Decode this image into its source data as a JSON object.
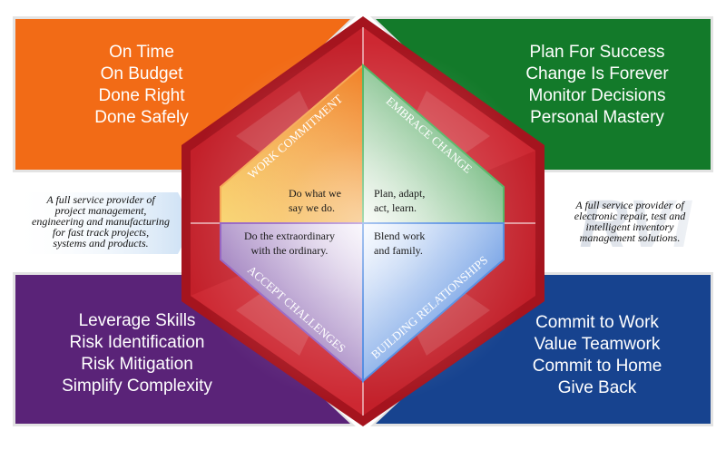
{
  "panels": {
    "top_left": [
      "On Time",
      "On Budget",
      "Done Right",
      "Done Safely"
    ],
    "top_right": [
      "Plan For Success",
      "Change Is Forever",
      "Monitor Decisions",
      "Personal Mastery"
    ],
    "bottom_left": [
      "Leverage Skills",
      "Risk Identification",
      "Risk Mitigation",
      "Simplify Complexity"
    ],
    "bottom_right": [
      "Commit to Work",
      "Value Teamwork",
      "Commit to Home",
      "Give Back"
    ]
  },
  "side_notes": {
    "left": [
      "A full service provider of",
      "project management,",
      "engineering and manufacturing",
      "for fast track projects,",
      "systems and products."
    ],
    "right": [
      "A full service provider of",
      "electronic repair, test and",
      "intelligent inventory",
      "management solutions."
    ],
    "right_logo_text": "RVI"
  },
  "quadrants": {
    "work_commitment": {
      "title": "WORK COMMITMENT",
      "lines": [
        "Do what we",
        "say we do."
      ]
    },
    "embrace_change": {
      "title": "EMBRACE CHANGE",
      "lines": [
        "Plan, adapt,",
        "act, learn."
      ]
    },
    "accept_challenges": {
      "title": "ACCEPT CHALLENGES",
      "lines": [
        "Do the extraordinary",
        "with the ordinary."
      ]
    },
    "building_relationships": {
      "title": "BUILDING RELATIONSHIPS",
      "lines": [
        "Blend work",
        "and family."
      ]
    }
  },
  "colors": {
    "orange": "#f26b16",
    "green": "#137a2a",
    "purple": "#5a2378",
    "blue": "#17438f",
    "red": "#c3202a"
  }
}
